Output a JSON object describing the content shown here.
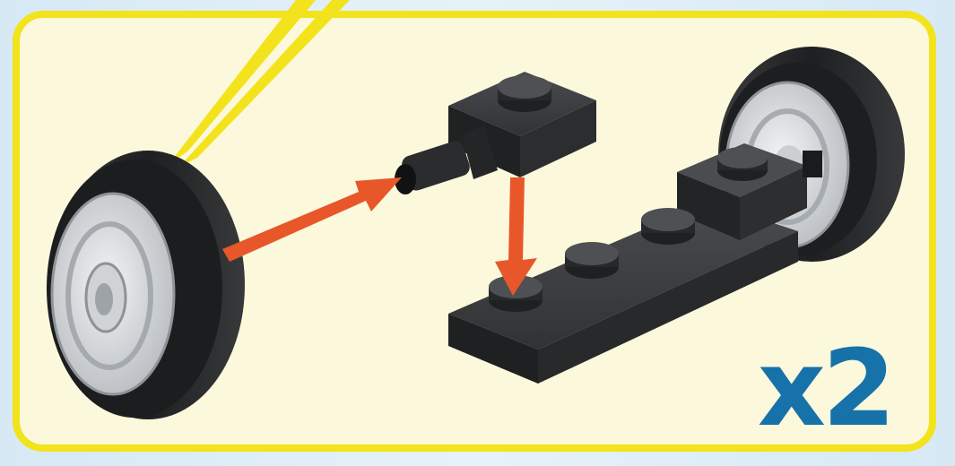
{
  "step": {
    "quantity_label": "x2"
  },
  "colors": {
    "frame": "#f3e31c",
    "panel": "#fbf8dc",
    "background": "#dfeef7",
    "brick": "#2d2f31",
    "tire": "#232426",
    "rim": "#d9dcdf",
    "arrow": "#e8572a",
    "quantity_text": "#1672a9"
  },
  "parts": [
    {
      "name": "wheel",
      "icon": "wheel-icon"
    },
    {
      "name": "plate-with-pin",
      "icon": "pin-plate-icon"
    },
    {
      "name": "plate-1x4-with-offset-brick",
      "icon": "long-plate-icon"
    },
    {
      "name": "wheel",
      "icon": "wheel-icon"
    }
  ]
}
